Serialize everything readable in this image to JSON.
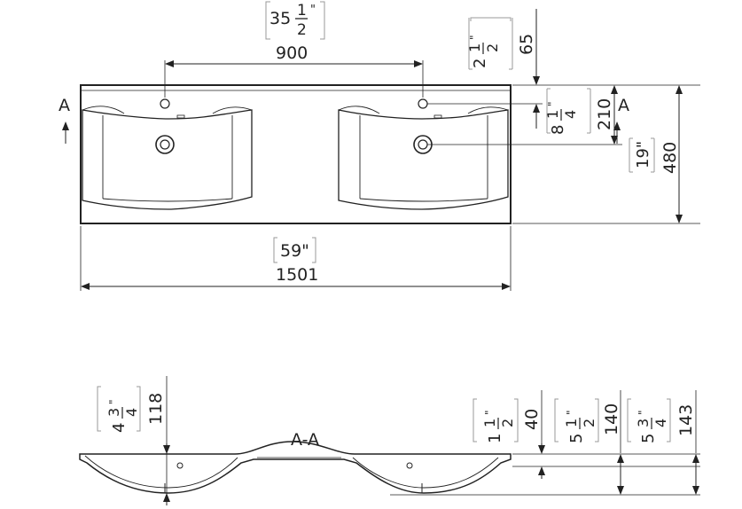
{
  "top_view": {
    "width_in": "35",
    "width_in_num": "1",
    "width_in_den": "2",
    "width_in_mark": "\"",
    "faucet_spacing": "900",
    "overall_width_in": "59\"",
    "overall_width": "1501",
    "hole_offset": "65",
    "hole_offset_in": "2",
    "hole_offset_in_num": "1",
    "hole_offset_in_den": "2",
    "hole_offset_in_mark": "\"",
    "section_marker_left": "A",
    "section_marker_right": "A",
    "drain_offset": "210",
    "drain_offset_in": "8",
    "drain_offset_in_num": "1",
    "drain_offset_in_den": "4",
    "drain_offset_in_mark": "\"",
    "depth_in": "19\"",
    "depth": "480"
  },
  "section_view": {
    "title": "A-A",
    "left_height": "118",
    "left_height_in": "4",
    "left_height_in_num": "3",
    "left_height_in_den": "4",
    "left_height_in_mark": "\"",
    "rim_height": "40",
    "rim_height_in": "1",
    "rim_height_in_num": "1",
    "rim_height_in_den": "2",
    "rim_height_in_mark": "\"",
    "bowl_height": "140",
    "bowl_height_in": "5",
    "bowl_height_in_num": "1",
    "bowl_height_in_den": "2",
    "bowl_height_in_mark": "\"",
    "total_height": "143",
    "total_height_in": "5",
    "total_height_in_num": "3",
    "total_height_in_den": "4",
    "total_height_in_mark": "\""
  }
}
